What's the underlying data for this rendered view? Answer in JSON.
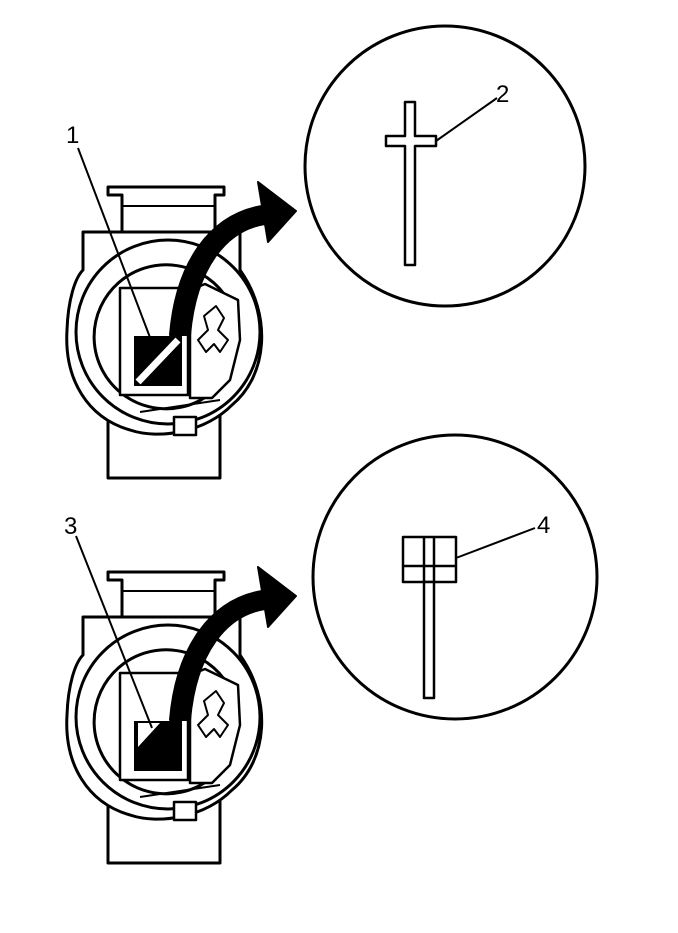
{
  "callouts": {
    "c1": "1",
    "c2": "2",
    "c3": "3",
    "c4": "4"
  },
  "colors": {
    "ink": "#000000",
    "paper": "#ffffff"
  },
  "panels": [
    {
      "connector_callout": "1",
      "detail_callout": "2",
      "terminal_shape": "cross-tab"
    },
    {
      "connector_callout": "3",
      "detail_callout": "4",
      "terminal_shape": "split-block"
    }
  ]
}
